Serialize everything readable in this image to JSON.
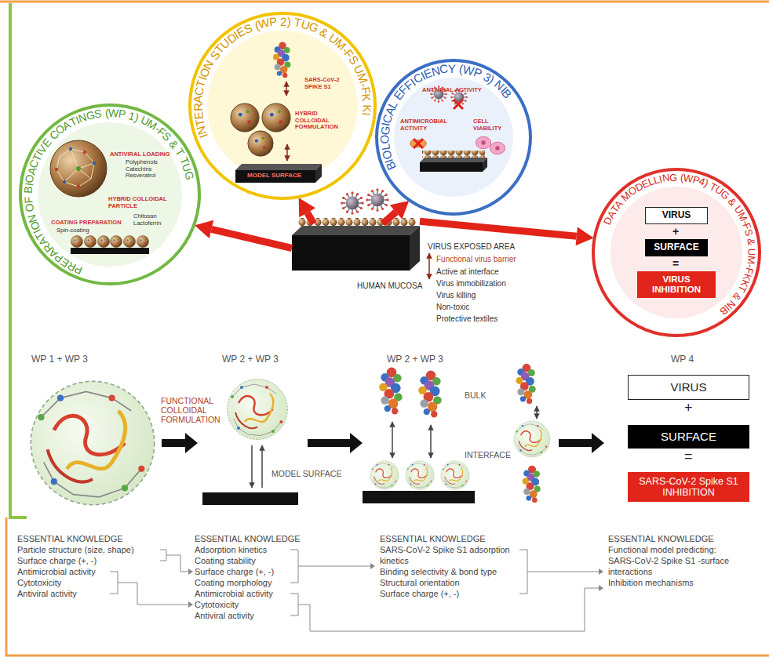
{
  "diagram": {
    "nodes": [
      {
        "text": [
          "PREPARATION OF BIOACTIVE COATINGS (WP 1) UM-FS & T TUG",
          "ANTIVIRAL LOADING",
          "Polyphenols Catechins Resveratrol",
          "HYBRID COLLOIDAL PARTICLE",
          "Chitosan Lactoferrin",
          "COATING PREPARATION",
          "Spin-coating"
        ]
      },
      {
        "text": [
          "INTERACTION STUDIES (WP 2) TUG & UM-FS UM-FK KI",
          "SARS-CoV-2 SPIKE S1",
          "HYBRID COLLOIDAL FORMULATION",
          "MODEL SURFACE"
        ]
      },
      {
        "text": [
          "BIOLOGICAL EFFICIENCY (WP 3) NIB",
          "ANTIVIRAL ACTIVITY",
          "ANTIMICROBIAL ACTIVITY",
          "CELL VIABILITY"
        ]
      },
      {
        "text": [
          "DATA MODELLING (WP4) TUG & UM-FS & UM-FKKT & NIB",
          "+",
          "="
        ]
      },
      {
        "text": [
          "VIRUS"
        ],
        "in": 3
      },
      {
        "text": [
          "SURFACE"
        ],
        "in": 3
      },
      {
        "text": [
          "VIRUS INHIBITION"
        ],
        "in": 3
      },
      {
        "text": [
          "VIRUS EXPOSED AREA",
          "Functional virus barrier",
          "HUMAN MUCOSA",
          "Active at interface",
          "Virus immobilization",
          "Virus killing",
          "Non-toxic",
          "Protective textiles"
        ]
      },
      {
        "text": [
          "VIRUS"
        ]
      },
      {
        "text": [
          "SURFACE"
        ]
      },
      {
        "text": [
          "SARS-CoV-2 Spike S1 INHIBITION"
        ]
      }
    ],
    "edges": [
      {
        "from": 7,
        "to": 0,
        "arrow": "to"
      },
      {
        "from": 7,
        "to": 1,
        "arrow": "to"
      },
      {
        "from": 7,
        "to": 2,
        "arrow": "to"
      },
      {
        "from": 7,
        "to": 3,
        "arrow": "to"
      }
    ],
    "labels": [
      "WP 1 + WP 3",
      "FUNCTIONAL COLLOIDAL FORMULATION",
      "WP 2 + WP 3",
      "MODEL SURFACE",
      "WP 2 + WP 3",
      "BULK",
      "INTERFACE",
      "WP 4",
      "+",
      "=",
      "ESSENTIAL KNOWLEDGE",
      "Particle structure (size, shape)",
      "Surface charge (+, -)",
      "Antimicrobial activity",
      "Cytotoxicity",
      "Antiviral activity",
      "ESSENTIAL KNOWLEDGE",
      "Adsorption kinetics",
      "Coating stability",
      "Surface charge (+, -)",
      "Coating morphology",
      "Antimicrobial activity",
      "Cytotoxicity",
      "Antiviral activity",
      "ESSENTIAL KNOWLEDGE",
      "SARS-CoV-2 Spike S1 adsorption kinetics",
      "Binding selectivity & bond type",
      "Structural orientation",
      "Surface charge (+, -)",
      "ESSENTIAL KNOWLEDGE",
      "Functional model predicting:",
      "SARS-CoV-2 Spike S1 -surface interactions",
      "Inhibition mechanisms"
    ]
  }
}
